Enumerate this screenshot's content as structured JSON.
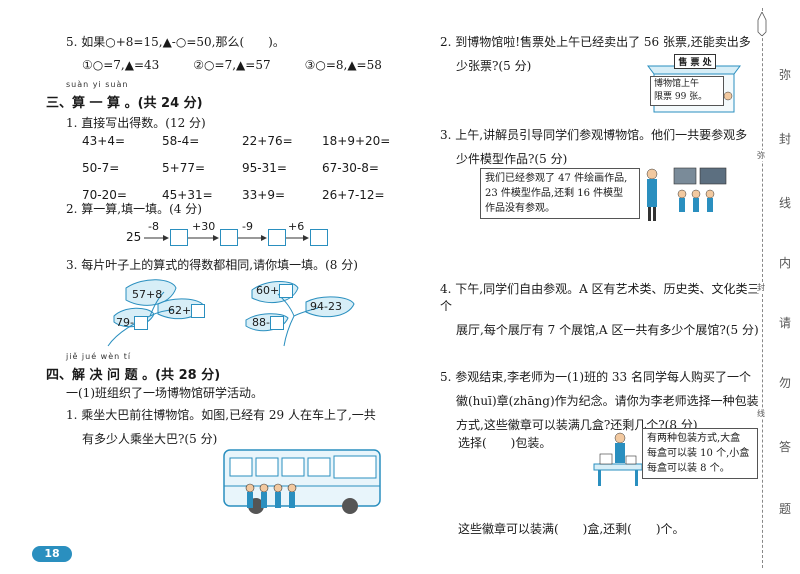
{
  "left": {
    "q5": {
      "text": "5. 如果○+8=15,▲-○=50,那么(　　)。",
      "options": [
        "①○=7,▲=43",
        "②○=7,▲=57",
        "③○=8,▲=58"
      ]
    },
    "section3": {
      "pinyin": "suàn yi suàn",
      "title": "三、算 一 算 。(共 24 分)",
      "q1": {
        "title": "1. 直接写出得数。(12 分)",
        "rows": [
          [
            "43+4=",
            "58-4=",
            "22+76=",
            "18+9+20="
          ],
          [
            "50-7=",
            "5+77=",
            "95-31=",
            "67-30-8="
          ],
          [
            "70-20=",
            "45+31=",
            "33+9=",
            "26+7-12="
          ]
        ]
      },
      "q2": {
        "title": "2. 算一算,填一填。(4 分)",
        "start": "25",
        "ops": [
          "-8",
          "+30",
          "-9",
          "+6"
        ]
      },
      "q3": {
        "title": "3. 每片叶子上的算式的得数都相同,请你填一填。(8 分)",
        "leaf1": [
          "57+8",
          "62+",
          "79-"
        ],
        "leaf2": [
          "60+",
          "94-23",
          "88-"
        ]
      }
    },
    "section4": {
      "pinyin": "jiě jué wèn tí",
      "title": "四、解 决 问 题 。(共 28 分)",
      "intro": "一(1)班组织了一场博物馆研学活动。",
      "q1_line1": "1. 乘坐大巴前往博物馆。如图,已经有 29 人在车上了,一共",
      "q1_line2": "有多少人乘坐大巴?(5 分)"
    },
    "page_number": "18"
  },
  "right": {
    "q2_line1": "2. 到博物馆啦!售票处上午已经卖出了 56 张票,还能卖出多",
    "q2_line2": "少张票?(5 分)",
    "ticket_sign": "售 票 处",
    "ticket_note": [
      "博物馆上午",
      "限票 99 张。"
    ],
    "q3_line1": "3. 上午,讲解员引导同学们参观博物馆。他们一共要参观多",
    "q3_line2": "少件模型作品?(5 分)",
    "q3_note": [
      "我们已经参观了 47 件绘画作品,",
      "23 件模型作品,还剩 16 件模型",
      "作品没有参观。"
    ],
    "q4_line1": "4. 下午,同学们自由参观。A 区有艺术类、历史类、文化类三个",
    "q4_line2": "展厅,每个展厅有 7 个展馆,A 区一共有多少个展馆?(5 分)",
    "q5_line1": "5. 参观结束,李老师为一(1)班的 33 名同学每人购买了一个",
    "q5_line2": "徽(huī)章(zhāng)作为纪念。请你为李老师选择一种包装",
    "q5_line3": "方式,这些徽章可以装满几盒?还剩几个?(8 分)",
    "q5_choose": "选择(　　)包装。",
    "q5_note": [
      "有两种包装方式,大盒",
      "每盒可以装 10 个,小盒",
      "每盒可以装 8 个。"
    ],
    "q5_answer": "这些徽章可以装满(　　)盒,还剩(　　)个。"
  },
  "margin": {
    "chars": [
      "弥",
      "封",
      "线",
      "内",
      "请",
      "勿",
      "答",
      "题"
    ],
    "small_chars": [
      "弥",
      "封",
      "线"
    ]
  },
  "colors": {
    "accent": "#2a8fbf",
    "leaf": "#d7eef7"
  }
}
